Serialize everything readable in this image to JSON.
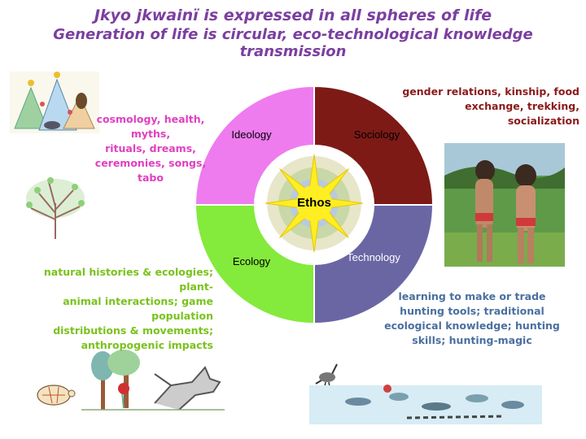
{
  "title_line1": "Jkyo jkwainï is expressed in all spheres of life",
  "title_line2": "Generation of life is circular, eco-technological knowledge transmission",
  "wheel": {
    "center": "Ethos",
    "quadrants": [
      {
        "label": "Ideology",
        "color": "#ee7cee"
      },
      {
        "label": "Sociology",
        "color": "#7d1a16"
      },
      {
        "label": "Technology",
        "color": "#6a66a4"
      },
      {
        "label": "Ecology",
        "color": "#84ea3c"
      }
    ]
  },
  "captions": {
    "ideology": [
      "cosmology, health, myths,",
      "rituals, dreams,",
      "ceremonies, songs, tabo"
    ],
    "sociology": [
      "gender relations, kinship, food",
      "exchange, trekking, socialization"
    ],
    "ecology": [
      "natural histories & ecologies; plant-",
      "animal interactions; game population",
      "distributions & movements;",
      "anthropogenic impacts"
    ],
    "technology": [
      "learning to make or trade",
      "hunting tools; traditional",
      "ecological knowledge; hunting",
      "skills; hunting-magic"
    ]
  }
}
